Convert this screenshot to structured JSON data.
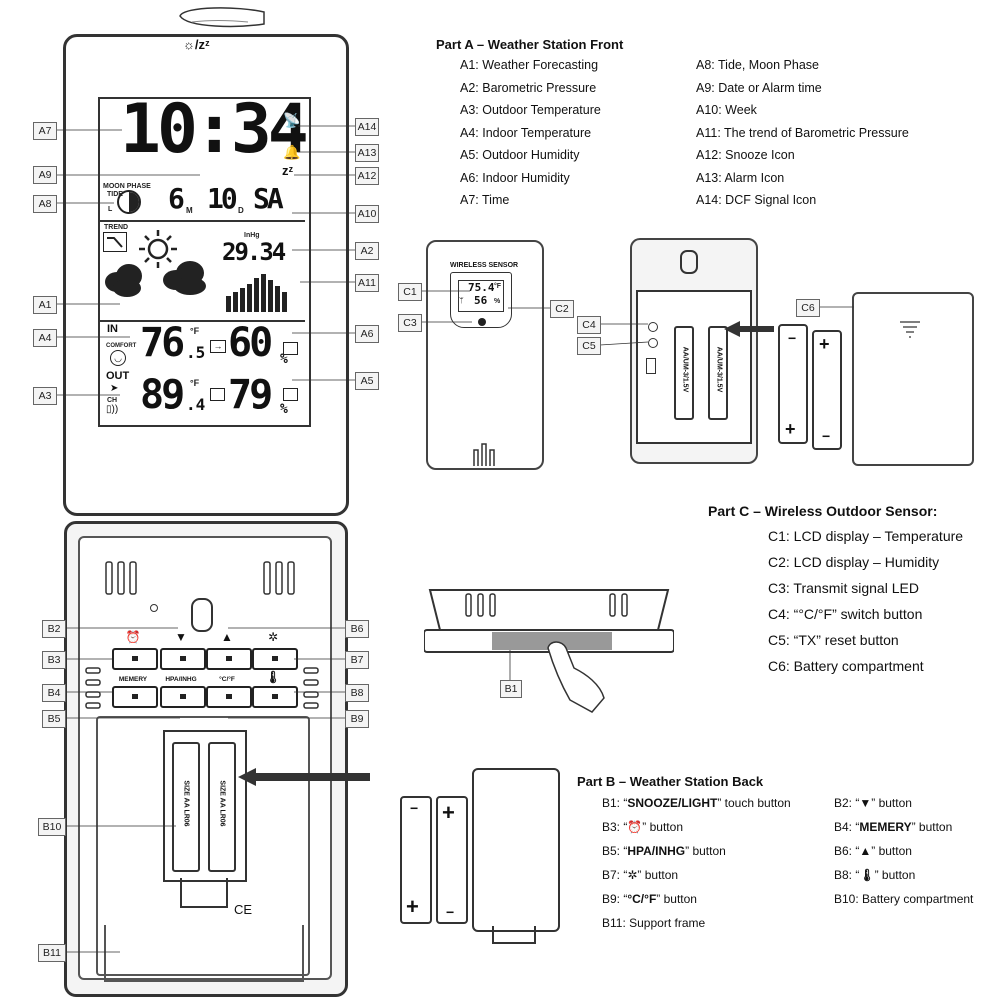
{
  "partA": {
    "title": "Part A – Weather Station Front",
    "left": [
      "A1: Weather Forecasting",
      "A2: Barometric Pressure",
      "A3: Outdoor Temperature",
      "A4: Indoor Temperature",
      "A5: Outdoor Humidity",
      "A6: Indoor Humidity",
      "A7: Time"
    ],
    "right": [
      "A8: Tide, Moon Phase",
      "A9: Date or Alarm time",
      "A10: Week",
      "A11: The trend of Barometric Pressure",
      "A12: Snooze Icon",
      "A13: Alarm Icon",
      "A14: DCF Signal Icon"
    ]
  },
  "partC": {
    "title": "Part C – Wireless Outdoor Sensor:",
    "items": [
      "C1: LCD display – Temperature",
      "C2: LCD display – Humidity",
      "C3: Transmit signal LED",
      "C4: “°C/°F” switch button",
      "C5: “TX” reset button",
      "C6: Battery compartment"
    ]
  },
  "partB": {
    "title": "Part B – Weather Station Back",
    "left": [
      {
        "pre": "B1: “",
        "bold": "SNOOZE/LIGHT",
        "post": "” touch button"
      },
      {
        "pre": "B3: “",
        "bold": "⏰",
        "post": "” button"
      },
      {
        "pre": "B5: “",
        "bold": "HPA/INHG",
        "post": "” button"
      },
      {
        "pre": "B7: “",
        "bold": "✲",
        "post": "” button"
      },
      {
        "pre": "B9: “",
        "bold": "°C/°F",
        "post": "” button"
      },
      {
        "pre": "B11: Support frame",
        "bold": "",
        "post": ""
      }
    ],
    "right": [
      {
        "pre": "B2: “",
        "bold": "▼",
        "post": "” button"
      },
      {
        "pre": "B4: “",
        "bold": "MEMERY",
        "post": "” button"
      },
      {
        "pre": "B6: “",
        "bold": "▲",
        "post": "” button"
      },
      {
        "pre": "B8: “",
        "bold": "🌡",
        "post": "” button"
      },
      {
        "pre": "B10: Battery compartment",
        "bold": "",
        "post": ""
      }
    ]
  },
  "tags": {
    "A7": "A7",
    "A9": "A9",
    "A8": "A8",
    "A1": "A1",
    "A4": "A4",
    "A3": "A3",
    "A14": "A14",
    "A13": "A13",
    "A12": "A12",
    "A10": "A10",
    "A2": "A2",
    "A11": "A11",
    "A6": "A6",
    "A5": "A5",
    "C1": "C1",
    "C2": "C2",
    "C3": "C3",
    "C4": "C4",
    "C5": "C5",
    "C6": "C6",
    "B1": "B1",
    "B2": "B2",
    "B3": "B3",
    "B4": "B4",
    "B5": "B5",
    "B6": "B6",
    "B7": "B7",
    "B8": "B8",
    "B9": "B9",
    "B10": "B10",
    "B11": "B11"
  },
  "lcd": {
    "time": "10:34",
    "month": "6",
    "month_unit": "M",
    "day": "10",
    "day_unit": "D",
    "weekday": "SA",
    "moonphase": "MOON PHASE",
    "tide": "TIDE",
    "tide_level": "L",
    "trend": "TREND",
    "pressure": "29.34",
    "pressure_unit": "InHg",
    "in_label": "IN",
    "comfort": "COMFORT",
    "in_temp": "76",
    "in_temp_dec": ".5",
    "in_temp_unit": "°F",
    "in_hum": "60",
    "in_hum_unit": "%",
    "out_label": "OUT",
    "ch": "CH",
    "out_temp": "89",
    "out_temp_dec": ".4",
    "out_temp_unit": "°F",
    "out_hum": "79",
    "out_hum_unit": "%",
    "top_icons": "☼/zᶻ",
    "snooze": "zᶻ"
  },
  "sensor": {
    "label": "WIRELESS SENSOR",
    "temp": "75.4",
    "temp_unit": "°F",
    "hum": "56",
    "hum_unit": "%"
  },
  "back": {
    "btn_top": [
      "⏰",
      "▼",
      "▲",
      "✲"
    ],
    "btn_bottom": [
      "MEMERY",
      "HPA/INHG",
      "°C/°F",
      "🌡"
    ],
    "battery_label": "SIZE AA LR06",
    "ce": "CE"
  },
  "batteries": {
    "sensor_label": "AA/UM-3/1.5V"
  }
}
